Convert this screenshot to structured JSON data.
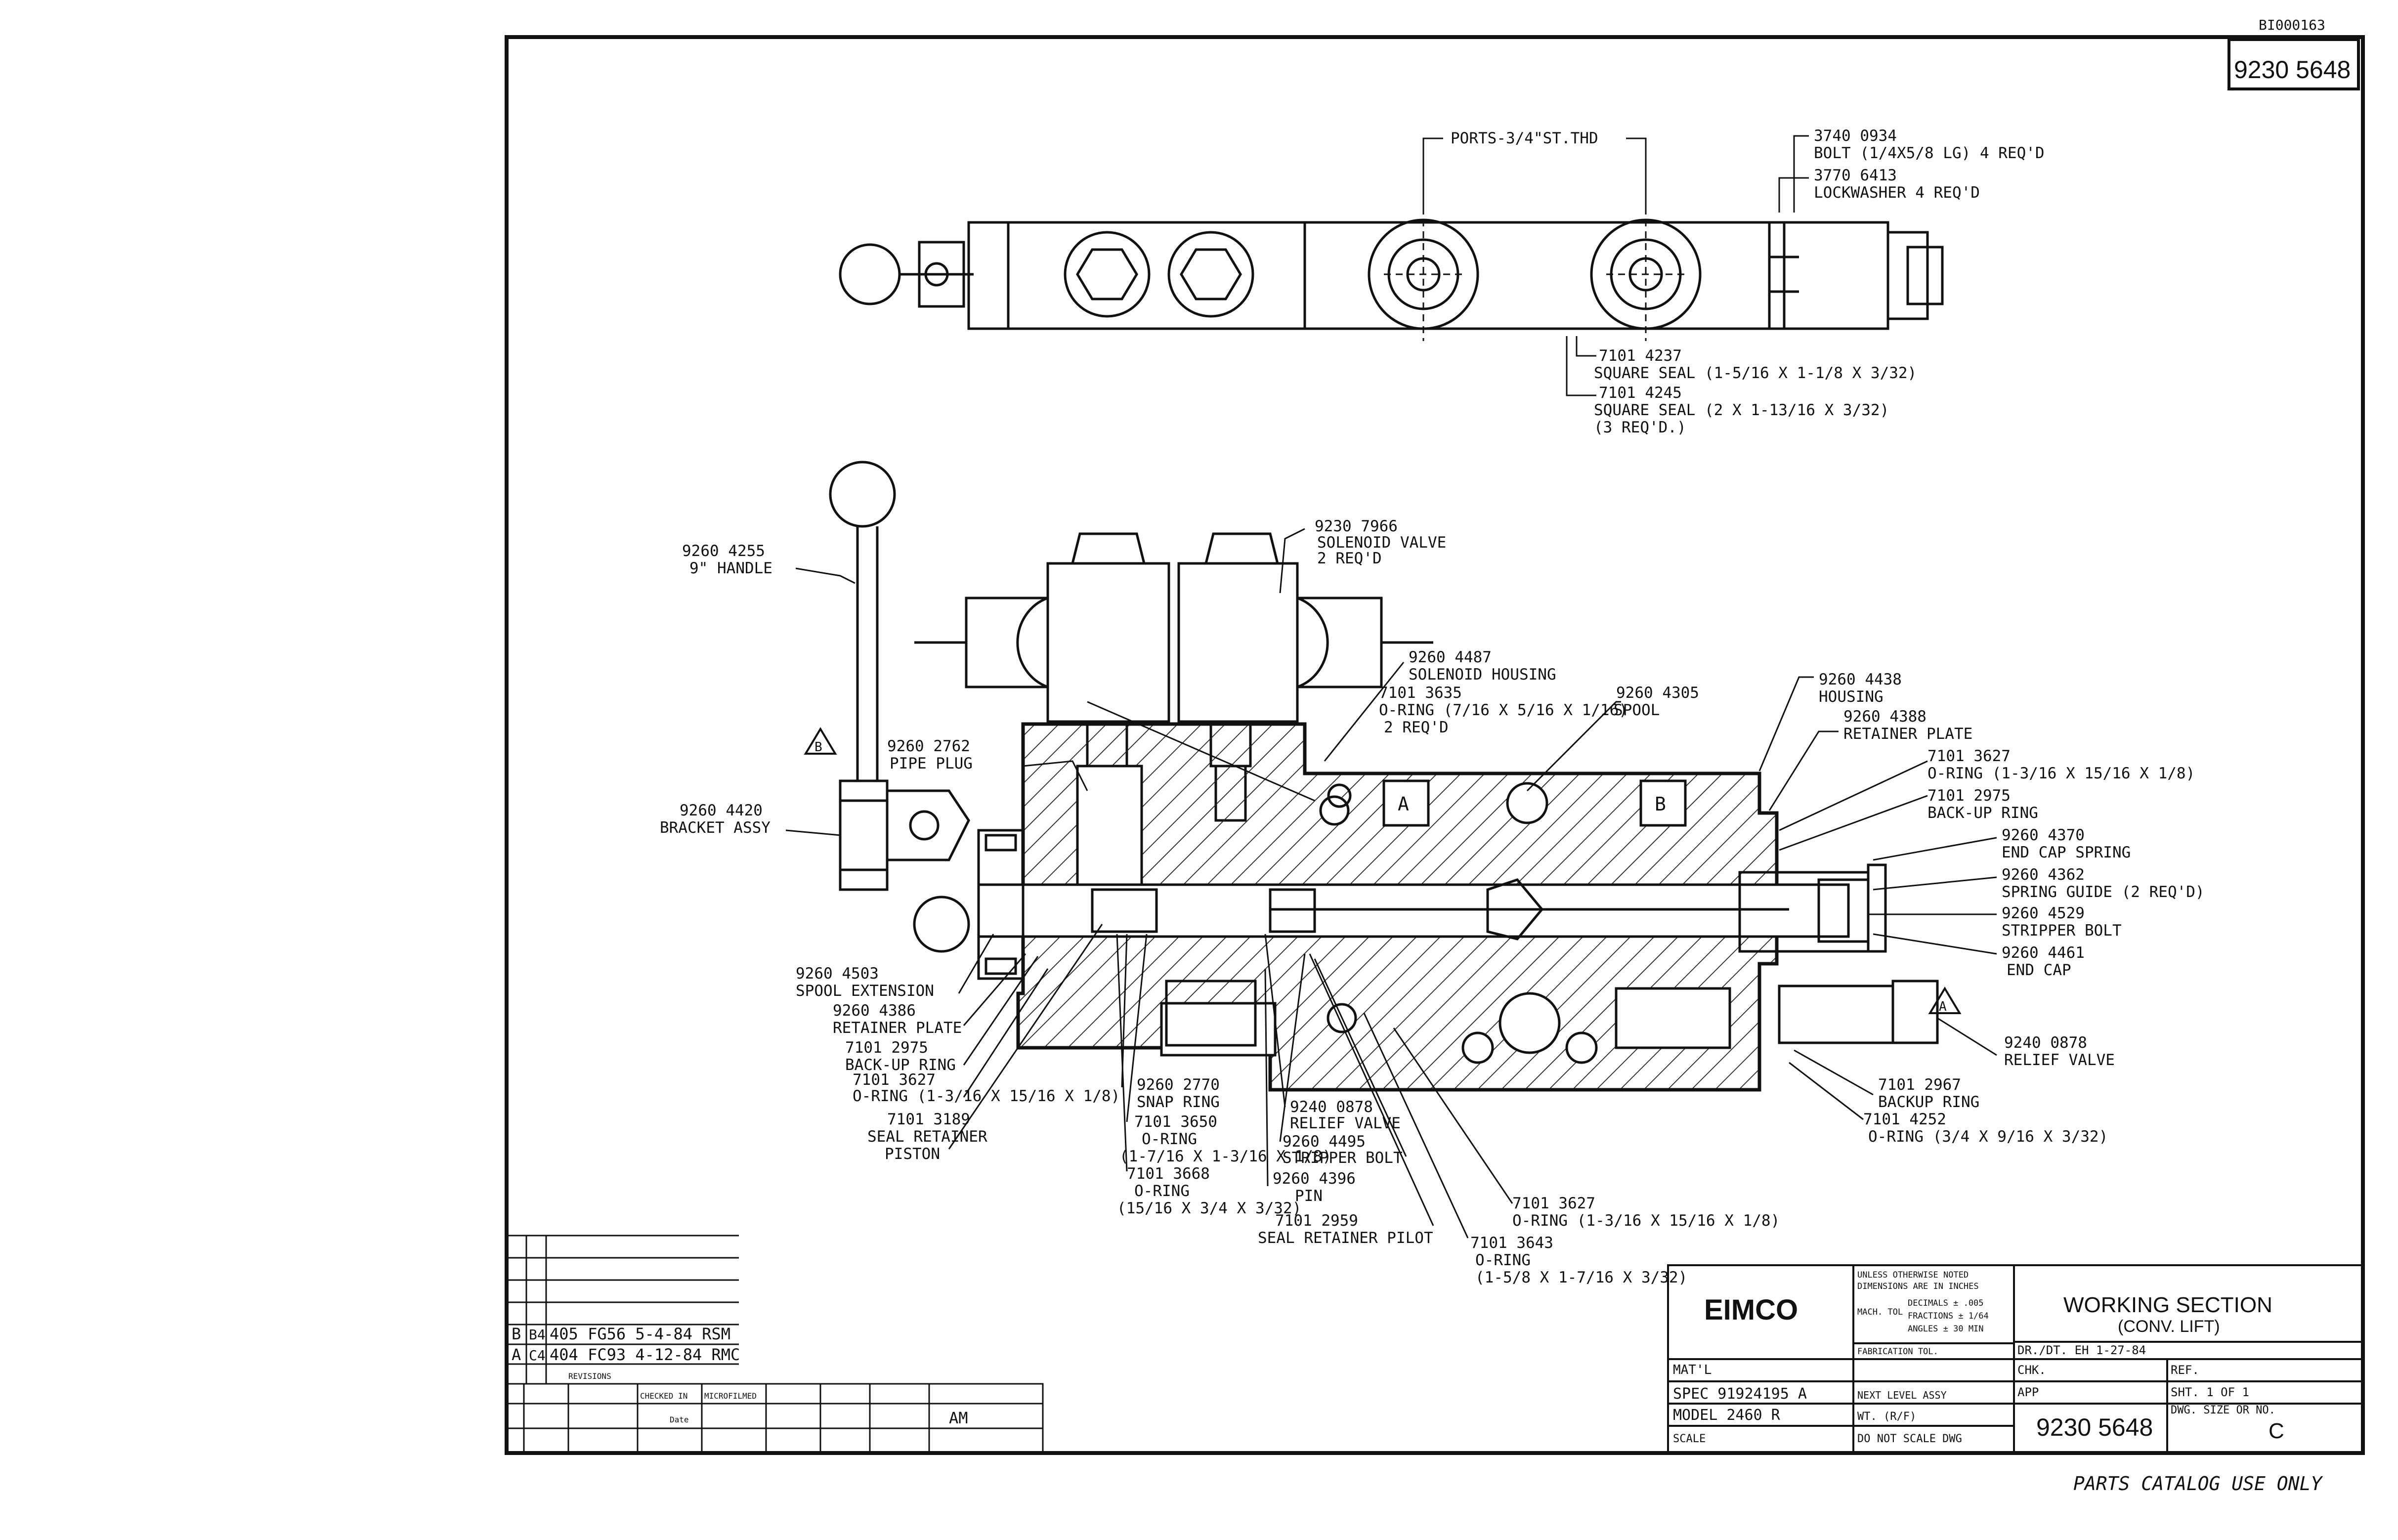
{
  "sheet": {
    "scan_code": "BI000163",
    "dwg_number_box": "9230 5648",
    "footer_note": "PARTS CATALOG USE ONLY"
  },
  "top_view": {
    "ports_label": "PORTS-3/4\"ST.THD",
    "bolt": {
      "part": "3740 0934",
      "desc": "BOLT (1/4X5/8 LG) 4 REQ'D"
    },
    "lockwasher": {
      "part": "3770 6413",
      "desc": "LOCKWASHER 4 REQ'D"
    },
    "square_seal_1": {
      "part": "7101 4237",
      "desc": "SQUARE SEAL (1-5/16 X 1-1/8 X 3/32)"
    },
    "square_seal_2": {
      "part": "7101 4245",
      "desc": "SQUARE SEAL (2 X 1-13/16 X 3/32)",
      "qty": "(3 REQ'D.)"
    }
  },
  "labels": {
    "handle": {
      "part": "9260 4255",
      "desc": "9\" HANDLE"
    },
    "solenoid_valve": {
      "part": "9230 7966",
      "desc": "SOLENOID VALVE",
      "qty": "2 REQ'D"
    },
    "solenoid_housing": {
      "part": "9260 4487",
      "desc": "SOLENOID HOUSING"
    },
    "oring_a": {
      "part": "7101 3635",
      "desc": "O-RING (7/16 X 5/16 X 1/16)",
      "qty": "2 REQ'D"
    },
    "spool": {
      "part": "9260 4305",
      "desc": "SPOOL"
    },
    "housing": {
      "part": "9260 4438",
      "desc": "HOUSING"
    },
    "retainer_plate_r": {
      "part": "9260 4388",
      "desc": "RETAINER PLATE"
    },
    "oring_b": {
      "part": "7101 3627",
      "desc": "O-RING (1-3/16 X 15/16 X 1/8)"
    },
    "backup_ring_r": {
      "part": "7101 2975",
      "desc": "BACK-UP RING"
    },
    "end_cap_spring": {
      "part": "9260 4370",
      "desc": "END CAP SPRING"
    },
    "spring_guide": {
      "part": "9260 4362",
      "desc": "SPRING GUIDE (2 REQ'D)"
    },
    "stripper_bolt_r": {
      "part": "9260 4529",
      "desc": "STRIPPER BOLT"
    },
    "end_cap": {
      "part": "9260 4461",
      "desc": "END CAP"
    },
    "relief_valve_r": {
      "part": "9240 0878",
      "desc": "RELIEF VALVE"
    },
    "backup_ring_r2": {
      "part": "7101 2967",
      "desc": "BACKUP RING"
    },
    "oring_c": {
      "part": "7101 4252",
      "desc": "O-RING (3/4 X 9/16 X 3/32)"
    },
    "pipe_plug": {
      "part": "9260 2762",
      "desc": "PIPE PLUG"
    },
    "bracket_assy": {
      "part": "9260 4420",
      "desc": "BRACKET ASSY"
    },
    "spool_extension": {
      "part": "9260 4503",
      "desc": "SPOOL EXTENSION"
    },
    "retainer_plate_l": {
      "part": "9260 4386",
      "desc": "RETAINER PLATE"
    },
    "backup_ring_l": {
      "part": "7101 2975",
      "desc": "BACK-UP RING"
    },
    "oring_d": {
      "part": "7101 3627",
      "desc": "O-RING (1-3/16 X 15/16 X 1/8)"
    },
    "seal_retainer_piston": {
      "part": "7101 3189",
      "desc1": "SEAL RETAINER",
      "desc2": "PISTON"
    },
    "snap_ring": {
      "part": "9260 2770",
      "desc": "SNAP RING"
    },
    "oring_e": {
      "part": "7101 3650",
      "desc1": "O-RING",
      "desc2": "(1-7/16 X 1-3/16 X 1/8)"
    },
    "oring_f": {
      "part": "7101 3668",
      "desc1": "O-RING",
      "desc2": "(15/16 X 3/4 X 3/32)"
    },
    "relief_valve_c": {
      "part": "9240 0878",
      "desc": "RELIEF VALVE"
    },
    "stripper_bolt_c": {
      "part": "9260 4495",
      "desc": "STRIPPER BOLT"
    },
    "pin": {
      "part": "9260 4396",
      "desc": "PIN"
    },
    "seal_retainer_pilot": {
      "part": "7101 2959",
      "desc": "SEAL RETAINER PILOT"
    },
    "oring_g": {
      "part": "7101 3627",
      "desc": "O-RING (1-3/16 X 15/16 X 1/8)"
    },
    "oring_h": {
      "part": "7101 3643",
      "desc1": "O-RING",
      "desc2": "(1-5/8 X 1-7/16 X 3/32)"
    },
    "port_a": "A",
    "port_b": "B",
    "flag_b": "B",
    "flag_a": "A"
  },
  "revisions": {
    "rows": [
      {
        "ltr": "B",
        "zone": "B4",
        "text": "405 FG56 5-4-84 RSM"
      },
      {
        "ltr": "A",
        "zone": "C4",
        "text": "404 FC93 4-12-84 RMC"
      }
    ],
    "heading": "REVISIONS",
    "checked_in": "CHECKED IN",
    "microfilmed": "MICROFILMED",
    "date_label": "Date",
    "am": "AM"
  },
  "title_block": {
    "company": "EIMCO",
    "tol_notes": [
      "UNLESS OTHERWISE NOTED",
      "DIMENSIONS ARE IN INCHES",
      "DECIMALS ± .005",
      "FRACTIONS ± 1/64",
      "ANGLES ± 30 MIN"
    ],
    "mach_tol": "MACH. TOL",
    "fab_tol": "FABRICATION TOL.",
    "title1": "WORKING SECTION",
    "title2": "(CONV. LIFT)",
    "matl_label": "MAT'L",
    "spec": "SPEC 91924195 A",
    "next_level": "NEXT LEVEL ASSY",
    "model": "MODEL 2460 R",
    "wt": "WT. (R/F)",
    "scale": "SCALE",
    "do_not_scale": "DO NOT SCALE DWG",
    "dr_dt": "DR./DT. EH 1-27-84",
    "chk": "CHK.",
    "app": "APP",
    "ref": "REF.",
    "sht": "SHT. 1 OF 1",
    "dwg_size_label": "DWG. SIZE OR NO.",
    "dwg_size": "C",
    "dwg_no": "9230 5648"
  }
}
